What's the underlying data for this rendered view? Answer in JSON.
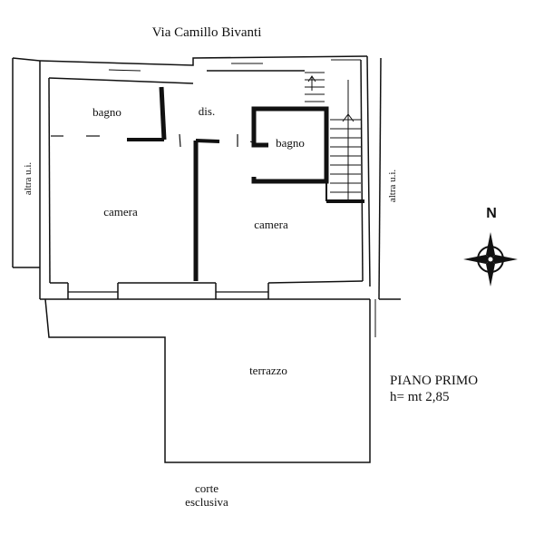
{
  "plan": {
    "street": "Via Camillo Bivanti",
    "rooms": {
      "bathroom_left": "bagno",
      "hall": "dis.",
      "bathroom_right": "bagno",
      "bedroom_left": "camera",
      "bedroom_right": "camera",
      "terrace": "terrazzo"
    },
    "neighbors": {
      "left": "altra u.i.",
      "right": "altra u.i."
    },
    "courtyard": {
      "line1": "corte",
      "line2": "esclusiva"
    },
    "floor": {
      "name": "PIANO PRIMO",
      "height": "h= mt 2,85"
    },
    "compass": {
      "north": "N"
    }
  },
  "colors": {
    "ink": "#111111",
    "background": "#ffffff"
  }
}
